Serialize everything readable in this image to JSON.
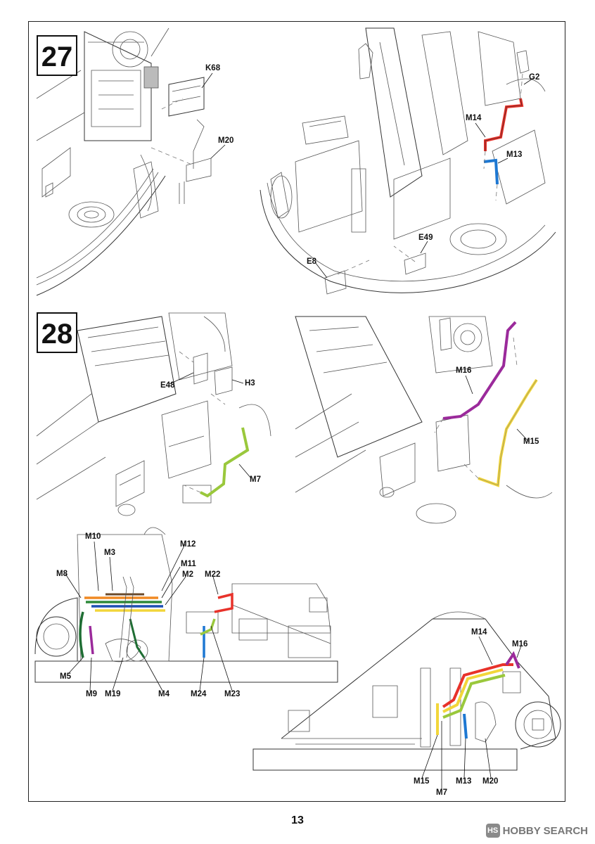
{
  "page": {
    "page_number": "13",
    "watermark": "HOBBY SEARCH",
    "watermark_logo": "HS"
  },
  "steps": [
    {
      "number": "27"
    },
    {
      "number": "28"
    }
  ],
  "step27": {
    "left_labels": [
      "K68",
      "M20"
    ],
    "right_labels": [
      "G2",
      "M14",
      "M13",
      "E49",
      "E8"
    ]
  },
  "step28": {
    "left_labels": [
      "E48",
      "H3",
      "M7"
    ],
    "right_labels": [
      "M16",
      "M15"
    ]
  },
  "overview_left": {
    "labels": [
      "M10",
      "M3",
      "M12",
      "M8",
      "M11",
      "M2",
      "M22",
      "M5",
      "M9",
      "M19",
      "M4",
      "M24",
      "M23"
    ]
  },
  "overview_right": {
    "labels": [
      "M14",
      "M16",
      "M15",
      "M13",
      "M20",
      "M7"
    ]
  },
  "colors": {
    "M14": "#e8322a",
    "M13": "#1e78d2",
    "M16": "#9b2a9b",
    "M15": "#f2d63a",
    "M7": "#9ac83c",
    "M22": "#e8322a",
    "M24": "#1e78d2",
    "M5": "#1f6e34",
    "M9": "#9b2a9b",
    "M10": "#f08a24",
    "M3": "#6b4a2a",
    "M2": "#1e50b4",
    "M11": "#2f8a3a",
    "M12": "#f2d63a",
    "M23": "#9ac83c"
  }
}
